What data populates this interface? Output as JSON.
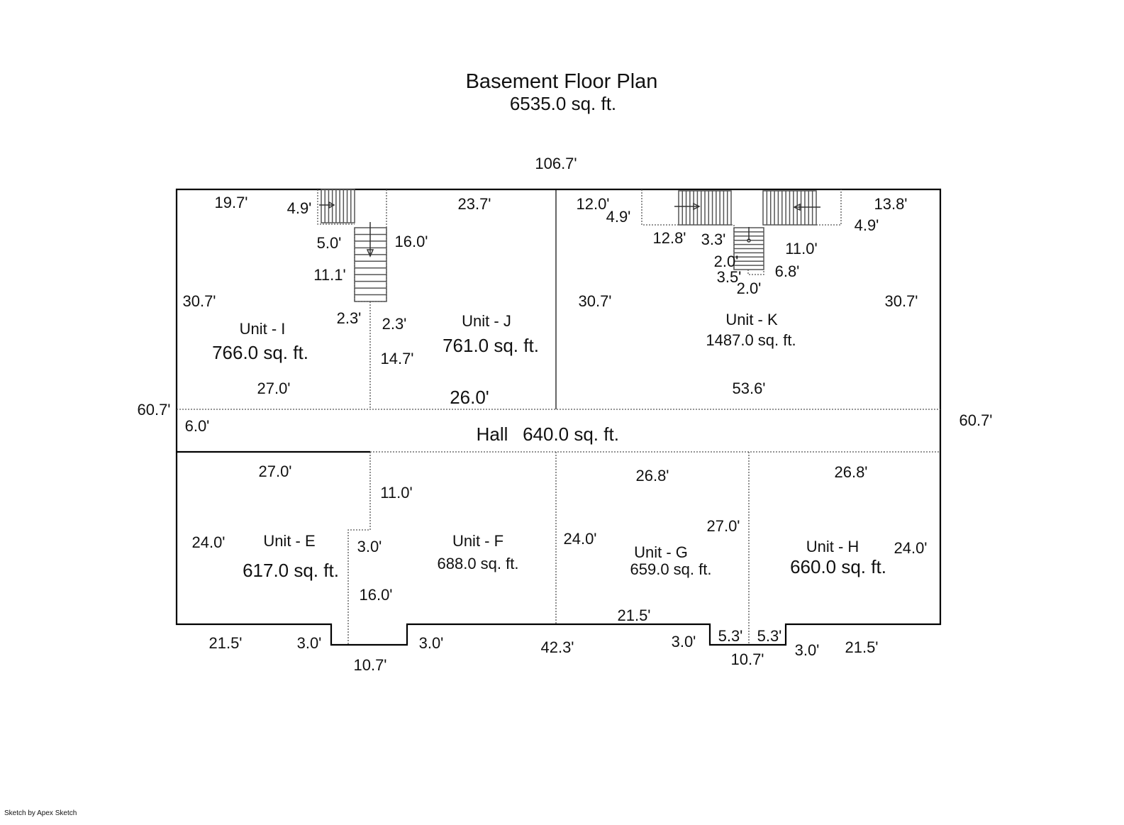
{
  "title": "Basement Floor Plan",
  "total_area": "6535.0 sq. ft.",
  "credit": "Sketch by Apex Sketch",
  "units": {
    "I": {
      "name": "Unit - I",
      "area": "766.0 sq. ft."
    },
    "J": {
      "name": "Unit - J",
      "area": "761.0 sq. ft."
    },
    "K": {
      "name": "Unit - K",
      "area": "1487.0 sq. ft."
    },
    "hall": {
      "name": "Hall",
      "area": "640.0 sq. ft."
    },
    "E": {
      "name": "Unit - E",
      "area": "617.0 sq. ft."
    },
    "F": {
      "name": "Unit - F",
      "area": "688.0 sq. ft."
    },
    "G": {
      "name": "Unit - G",
      "area": "659.0 sq. ft."
    },
    "H": {
      "name": "Unit - H",
      "area": "660.0 sq. ft."
    }
  },
  "dims": [
    "106.7'",
    "19.7'",
    "4.9'",
    "5.0'",
    "16.0'",
    "11.1'",
    "30.7'",
    "2.3'",
    "2.3'",
    "14.7'",
    "27.0'",
    "23.7'",
    "26.0'",
    "12.0'",
    "4.9'",
    "12.8'",
    "3.3'",
    "2.0'",
    "3.5'",
    "2.0'",
    "11.0'",
    "6.8'",
    "13.8'",
    "4.9'",
    "30.7'",
    "30.7'",
    "53.6'",
    "60.7'",
    "6.0'",
    "60.7'",
    "27.0'",
    "11.0'",
    "24.0'",
    "3.0'",
    "16.0'",
    "26.8'",
    "27.0'",
    "24.0'",
    "26.8'",
    "24.0'",
    "21.5'",
    "21.5'",
    "3.0'",
    "10.7'",
    "3.0'",
    "42.3'",
    "3.0'",
    "5.3'",
    "5.3'",
    "10.7'",
    "3.0'",
    "21.5'"
  ]
}
